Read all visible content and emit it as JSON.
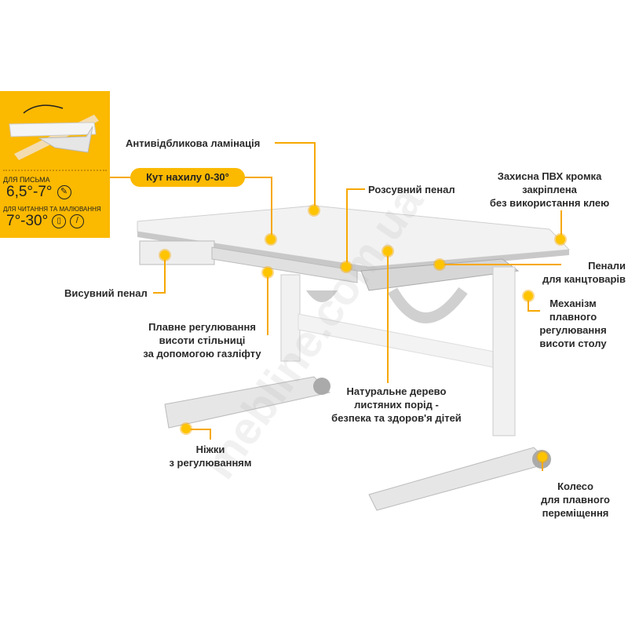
{
  "tilt_box": {
    "writing_label": "ДЛЯ ПИСЬМА",
    "writing_value": "6,5°-7°",
    "reading_label": "ДЛЯ ЧИТАННЯ ТА МАЛЮВАННЯ",
    "reading_value": "7°-30°"
  },
  "callouts": {
    "antiglare": "Антивідбликова ламінація",
    "tilt": "Кут нахилу 0-30°",
    "sliding_case": "Розсувний пенал",
    "pvc_edge": [
      "Захисна ПВХ кромка",
      "закріплена",
      "без використання клею"
    ],
    "pencil_cases": [
      "Пенали",
      "для канцтоварів"
    ],
    "drawer": "Висувний пенал",
    "mechanism": [
      "Механізм",
      "плавного",
      "регулювання",
      "висоти столу"
    ],
    "gaslift": [
      "Плавне регулювання",
      "висоти стільниці",
      "за допомогою газліфту"
    ],
    "wood": [
      "Натуральне дерево",
      "листяних порід -",
      "безпека та здоров'я дітей"
    ],
    "legs": [
      "Ніжки",
      "з регулюванням"
    ],
    "wheel": [
      "Колесо",
      "для плавного",
      "переміщення"
    ]
  },
  "watermark": "mebline.com.ua",
  "colors": {
    "accent": "#fbb900",
    "line": "#f6a800"
  }
}
